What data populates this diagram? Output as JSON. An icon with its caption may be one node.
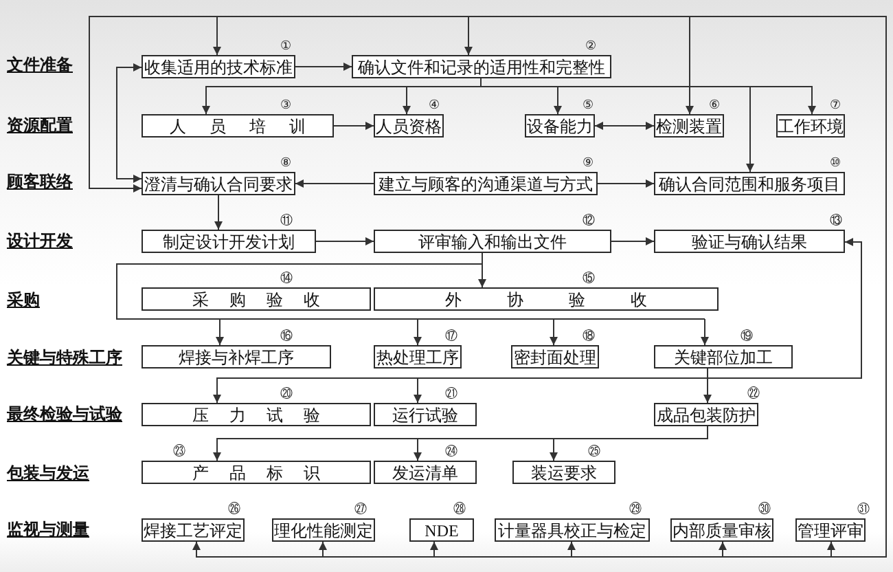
{
  "diagram": {
    "nodes": [
      {
        "text": [
          "收集适用的技术标准"
        ],
        "beside": [
          "①"
        ]
      },
      {
        "text": [
          "确认文件和记录的适用性和完整性"
        ],
        "beside": [
          "②"
        ]
      },
      {
        "text": [
          "人 员 培 训"
        ],
        "beside": [
          "③"
        ]
      },
      {
        "text": [
          "人员资格"
        ],
        "beside": [
          "④"
        ]
      },
      {
        "text": [
          "设备能力"
        ],
        "beside": [
          "⑤"
        ]
      },
      {
        "text": [
          "检测装置"
        ],
        "beside": [
          "⑥"
        ]
      },
      {
        "text": [
          "工作环境"
        ],
        "beside": [
          "⑦"
        ]
      },
      {
        "text": [
          "澄清与确认合同要求"
        ],
        "beside": [
          "⑧"
        ]
      },
      {
        "text": [
          "建立与顾客的沟通渠道与方式"
        ],
        "beside": [
          "⑨"
        ]
      },
      {
        "text": [
          "确认合同范围和服务项目"
        ],
        "beside": [
          "⑩"
        ]
      },
      {
        "text": [
          "制定设计开发计划"
        ],
        "beside": [
          "⑪"
        ]
      },
      {
        "text": [
          "评审输入和输出文件"
        ],
        "beside": [
          "⑫"
        ]
      },
      {
        "text": [
          "验证与确认结果"
        ],
        "beside": [
          "⑬"
        ]
      },
      {
        "text": [
          "采 购 验 收"
        ],
        "beside": [
          "⑭"
        ]
      },
      {
        "text": [
          "外 协 验 收"
        ],
        "beside": [
          "⑮"
        ]
      },
      {
        "text": [
          "焊接与补焊工序"
        ],
        "beside": [
          "⑯"
        ]
      },
      {
        "text": [
          "热处理工序"
        ],
        "beside": [
          "⑰"
        ]
      },
      {
        "text": [
          "密封面处理"
        ],
        "beside": [
          "⑱"
        ]
      },
      {
        "text": [
          "关键部位加工"
        ],
        "beside": [
          "⑲"
        ]
      },
      {
        "text": [
          "压 力 试 验"
        ],
        "beside": [
          "⑳"
        ]
      },
      {
        "text": [
          "运行试验"
        ],
        "beside": [
          "㉑"
        ]
      },
      {
        "text": [
          "成品包装防护"
        ],
        "beside": [
          "㉒"
        ]
      },
      {
        "text": [
          "产 品 标 识"
        ],
        "beside": [
          "㉓"
        ]
      },
      {
        "text": [
          "发运清单"
        ],
        "beside": [
          "㉔"
        ]
      },
      {
        "text": [
          "装运要求"
        ],
        "beside": [
          "㉕"
        ]
      },
      {
        "text": [
          "焊接工艺评定"
        ],
        "beside": [
          "㉖"
        ]
      },
      {
        "text": [
          "理化性能测定"
        ],
        "beside": [
          "㉗"
        ]
      },
      {
        "text": [
          "NDE"
        ],
        "beside": [
          "㉘"
        ]
      },
      {
        "text": [
          "计量器具校正与检定"
        ],
        "beside": [
          "㉙"
        ]
      },
      {
        "text": [
          "内部质量审核"
        ],
        "beside": [
          "㉚"
        ]
      },
      {
        "text": [
          "管理评审"
        ],
        "beside": [
          "㉛"
        ]
      }
    ],
    "edges": [
      {
        "from": null,
        "to": 0,
        "arrow": "to"
      },
      {
        "from": null,
        "to": 1,
        "arrow": "to"
      },
      {
        "from": null,
        "to": 5,
        "arrow": "to"
      },
      {
        "from": null,
        "to": 7,
        "arrow": "to"
      },
      {
        "from": 0,
        "to": 7,
        "arrow": "both"
      },
      {
        "from": 0,
        "to": 1,
        "arrow": "to"
      },
      {
        "from": 1,
        "to": 2,
        "arrow": "to"
      },
      {
        "from": 1,
        "to": 3,
        "arrow": "to"
      },
      {
        "from": 1,
        "to": 4,
        "arrow": "to"
      },
      {
        "from": 1,
        "to": 6,
        "arrow": "to"
      },
      {
        "from": 1,
        "to": 9,
        "arrow": "to"
      },
      {
        "from": 2,
        "to": 3,
        "arrow": "to"
      },
      {
        "from": 4,
        "to": 5,
        "arrow": "both"
      },
      {
        "from": 8,
        "to": 7,
        "arrow": "to"
      },
      {
        "from": 8,
        "to": 9,
        "arrow": "to"
      },
      {
        "from": 7,
        "to": 10,
        "arrow": "to"
      },
      {
        "from": 10,
        "to": 11,
        "arrow": "to"
      },
      {
        "from": 11,
        "to": 12,
        "arrow": "to"
      },
      {
        "from": 11,
        "to": 14,
        "arrow": "to"
      },
      {
        "from": 11,
        "to": 15,
        "arrow": "to"
      },
      {
        "from": 11,
        "to": 16,
        "arrow": "to"
      },
      {
        "from": 11,
        "to": 17,
        "arrow": "to"
      },
      {
        "from": 11,
        "to": 18,
        "arrow": "to"
      },
      {
        "from": 18,
        "to": 19,
        "arrow": "to"
      },
      {
        "from": 18,
        "to": 20,
        "arrow": "to"
      },
      {
        "from": 18,
        "to": 21,
        "arrow": "to"
      },
      {
        "from": 18,
        "to": 12,
        "arrow": "to"
      },
      {
        "from": 21,
        "to": 22,
        "arrow": "to"
      },
      {
        "from": 21,
        "to": 23,
        "arrow": "to"
      },
      {
        "from": 21,
        "to": 24,
        "arrow": "to"
      },
      {
        "from": null,
        "to": 25,
        "arrow": "to"
      },
      {
        "from": null,
        "to": 26,
        "arrow": "to"
      },
      {
        "from": null,
        "to": 27,
        "arrow": "to"
      },
      {
        "from": null,
        "to": 28,
        "arrow": "to"
      },
      {
        "from": null,
        "to": 29,
        "arrow": "to"
      },
      {
        "from": null,
        "to": 30,
        "arrow": "to"
      }
    ],
    "labels": [
      "文件准备",
      "资源配置",
      "顾客联络",
      "设计开发",
      "采购",
      "关键与特殊工序",
      "最终检验与试验",
      "包装与发运",
      "监视与测量"
    ]
  }
}
